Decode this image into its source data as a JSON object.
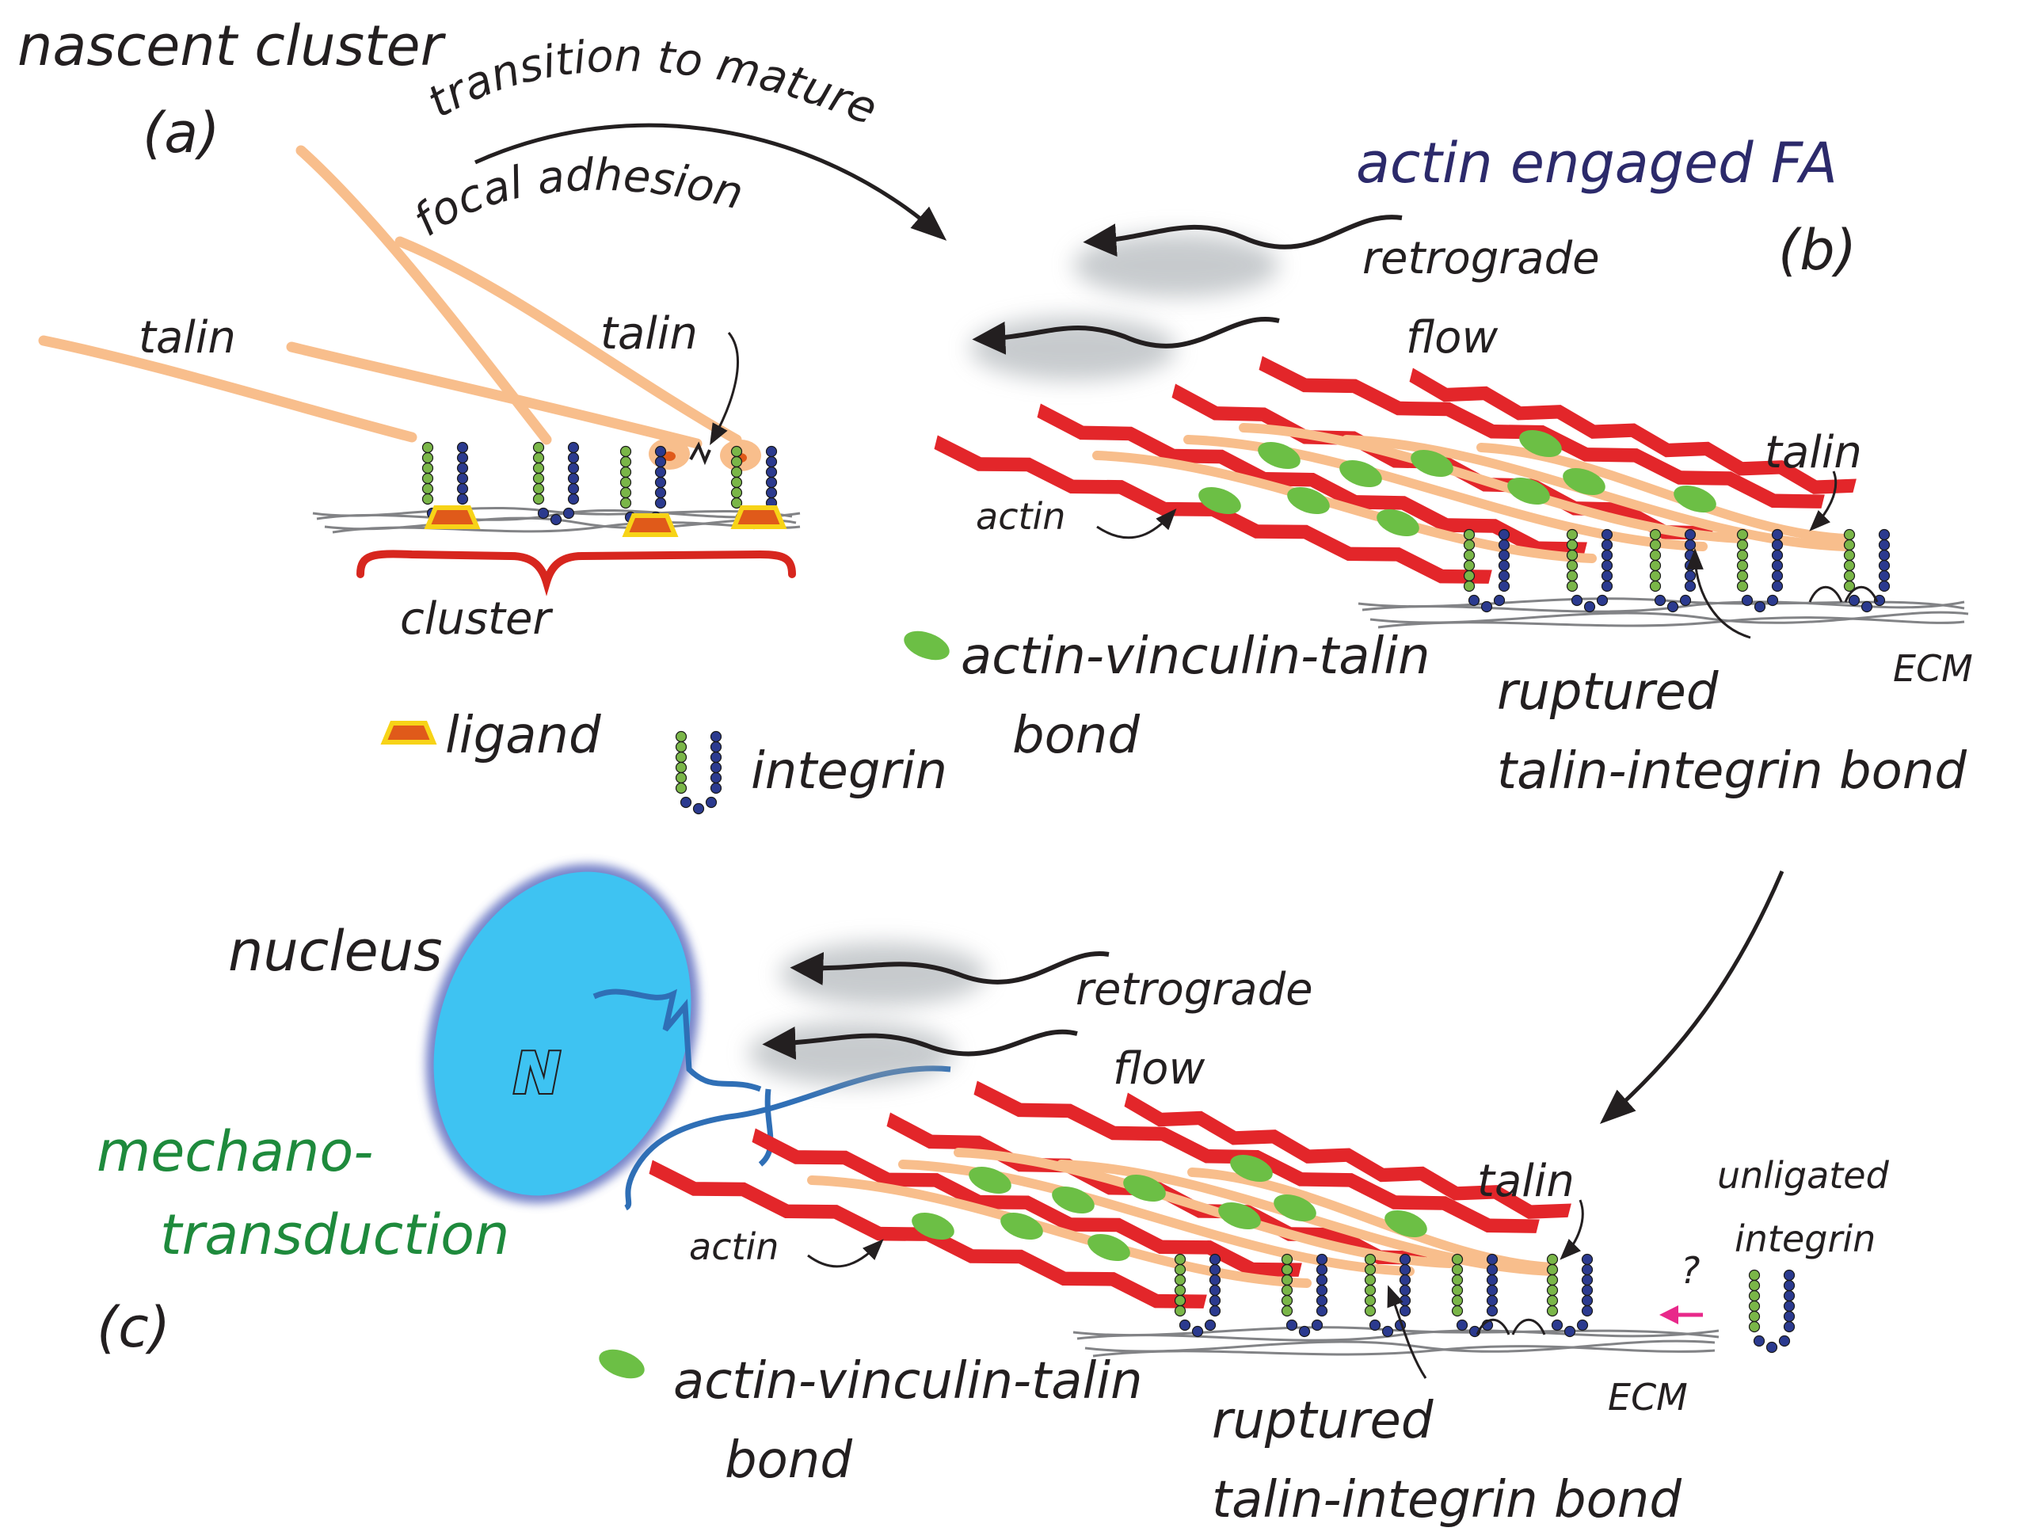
{
  "colors": {
    "talin": "#f8be8c",
    "actin": "#e3262a",
    "vinculin": "#6cbf45",
    "integrin_green": "#7ab648",
    "integrin_blue": "#2b3a8f",
    "ligand_fill": "#e05a1a",
    "ligand_edge": "#f7d317",
    "cluster_brace": "#d7261e",
    "nucleus": "#3ec3f2",
    "nucleus_glow": "#4a5ab8",
    "mechano_cable": "#2f6fb6",
    "nascent_label": "#ea5a2a",
    "actin_fa_label": "#2c2a6b",
    "mechano_label": "#1e8a3c",
    "unligated_arrow": "#e8288a",
    "text": "#231f20"
  },
  "panel_a": {
    "heading": "nascent cluster",
    "tag": "(a)",
    "transition_line1": "transition to mature",
    "transition_line2": "focal adhesion",
    "talin_left": "talin",
    "talin_right": "talin",
    "cluster": "cluster",
    "legend_ligand": "ligand",
    "legend_integrin": "integrin"
  },
  "panel_b": {
    "heading": "actin engaged FA",
    "tag": "(b)",
    "retro_line1": "retrograde",
    "retro_line2": "flow",
    "talin": "talin",
    "actin": "actin",
    "ecm": "ECM",
    "bond_line1": "actin-vinculin-talin",
    "bond_line2": "bond",
    "ruptured_line1": "ruptured",
    "ruptured_line2": "talin-integrin bond"
  },
  "panel_c": {
    "tag": "(c)",
    "nucleus_label": "nucleus",
    "nucleus_letter": "N",
    "mechano_line1": "mechano-",
    "mechano_line2": "transduction",
    "retro_line1": "retrograde",
    "retro_line2": "flow",
    "talin": "talin",
    "actin": "actin",
    "ecm": "ECM",
    "unligated_line1": "unligated",
    "unligated_line2": "integrin",
    "question": "?",
    "bond_line1": "actin-vinculin-talin",
    "bond_line2": "bond",
    "ruptured_line1": "ruptured",
    "ruptured_line2": "talin-integrin bond"
  }
}
